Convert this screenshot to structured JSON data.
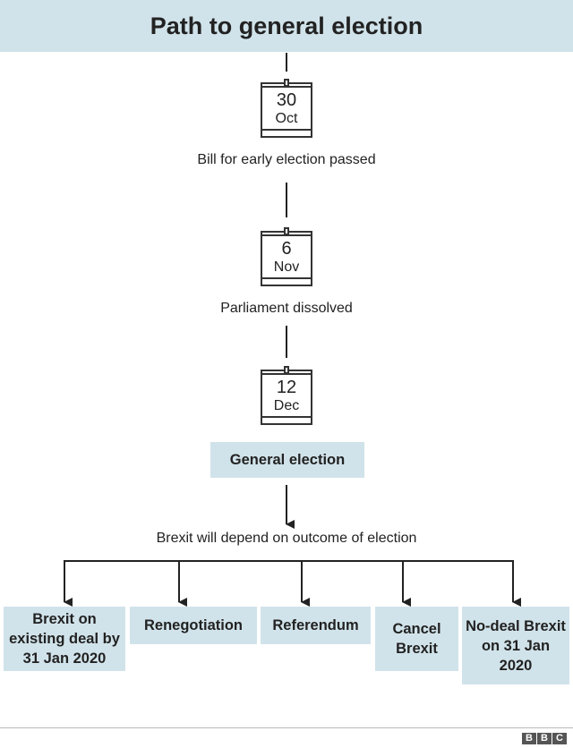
{
  "title": "Path to general election",
  "timeline": [
    {
      "day": "30",
      "month": "Oct",
      "caption": "Bill for early election passed"
    },
    {
      "day": "6",
      "month": "Nov",
      "caption": "Parliament dissolved"
    },
    {
      "day": "12",
      "month": "Dec"
    }
  ],
  "event": "General election",
  "branch_caption": "Brexit will depend on outcome of election",
  "outcomes": [
    "Brexit on existing deal by 31 Jan 2020",
    "Renegotiation",
    "Referendum",
    "Cancel Brexit",
    "No-deal Brexit on 31 Jan 2020"
  ],
  "logo": [
    "B",
    "B",
    "C"
  ],
  "colors": {
    "panel": "#d1e3ea",
    "line": "#222222"
  }
}
